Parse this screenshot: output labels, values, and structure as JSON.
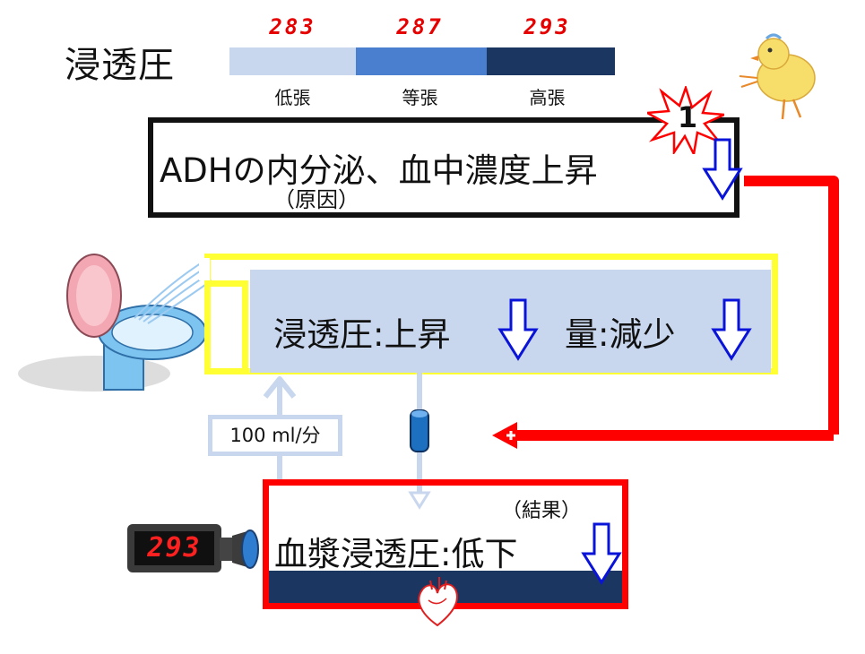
{
  "scale": {
    "title": "浸透圧",
    "segments": [
      {
        "value": "283",
        "label": "低張",
        "color": "#c9d7ee"
      },
      {
        "value": "287",
        "label": "等張",
        "color": "#4a7fcf"
      },
      {
        "value": "293",
        "label": "高張",
        "color": "#1b3660"
      }
    ]
  },
  "step_badge": "1",
  "adh_box": {
    "text": "ADHの内分泌、血中濃度上昇",
    "note": "（原因）"
  },
  "urine_box": {
    "text": "浸透圧:上昇",
    "text2": "量:減少"
  },
  "flow_label": "100 ml/分",
  "plasma_box": {
    "note": "（結果）",
    "text": "血漿浸透圧:低下"
  },
  "meter_value": "293",
  "colors": {
    "arrow_red": "#ff0000",
    "arrow_blue": "#0a14d9",
    "yellow": "#ffff33",
    "pale_blue": "#c9d7ee",
    "dark_blue": "#1b3660"
  }
}
